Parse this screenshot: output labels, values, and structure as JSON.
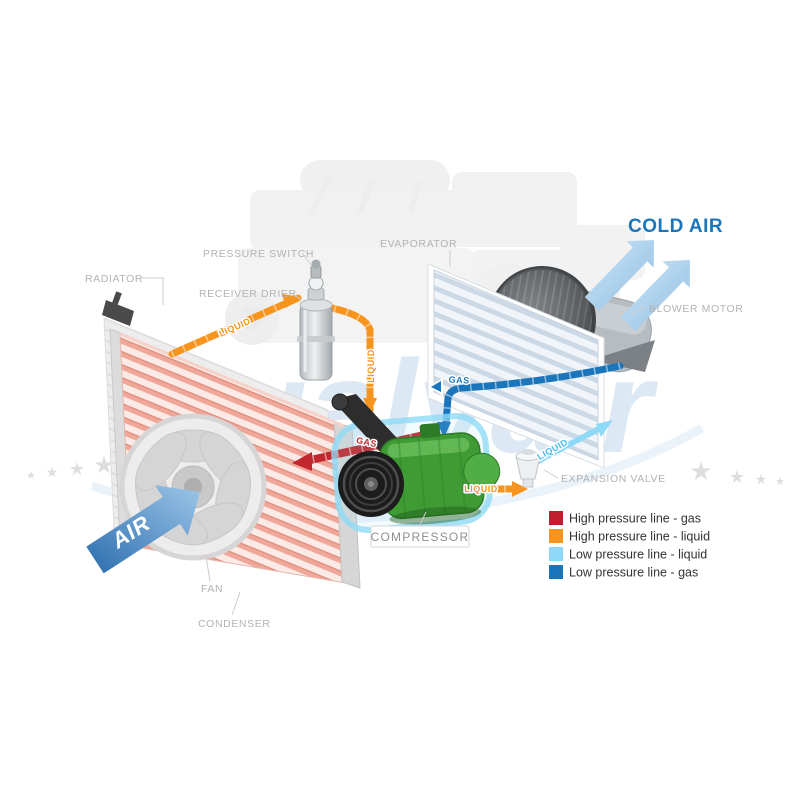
{
  "page": {
    "background": "#ffffff"
  },
  "decor": {
    "star": "★",
    "watermark": "Qualyair"
  },
  "airflow": {
    "cold_air": "COLD AIR",
    "air": "AIR"
  },
  "component_labels": {
    "radiator": "RADIATOR",
    "pressure_switch": "PRESSURE SWITCH",
    "receiver_drier": "RECEIVER DRIER",
    "evaporator": "EVAPORATOR",
    "blower_motor": "BLOWER MOTOR",
    "expansion_valve": "EXPANSION VALVE",
    "compressor": "COMPRESSOR",
    "fan": "FAN",
    "condenser": "CONDENSER"
  },
  "pipe_labels": {
    "liquid_condenser_to_drier": "LIQUID",
    "liquid_from_drier": "LIQUID",
    "liquid_to_expansion_valve": "LIQUID",
    "liquid_low_pressure": "LIQUID",
    "gas_high_pressure": "GAS",
    "gas_low_pressure": "GAS"
  },
  "legend": {
    "items": [
      {
        "color": "#be1e2d",
        "label": "High pressure line - gas"
      },
      {
        "color": "#f7941d",
        "label": "High pressure line - liquid"
      },
      {
        "color": "#8ed8f8",
        "label": "Low pressure line - liquid"
      },
      {
        "color": "#1b75bb",
        "label": "Low pressure line - gas"
      }
    ]
  },
  "colors": {
    "high_pressure_gas": "#be1e2d",
    "high_pressure_liquid": "#f7941d",
    "low_pressure_liquid": "#8ed8f8",
    "low_pressure_gas": "#1b75bb",
    "label_gray": "#b3b3b3",
    "cold_air_text": "#1b75bb",
    "compressor_green": "#3f9c35"
  }
}
